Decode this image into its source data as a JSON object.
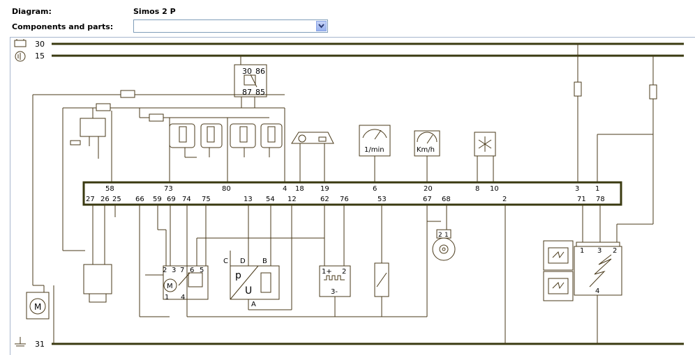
{
  "header": {
    "diagram_label": "Diagram:",
    "diagram_value": "Simos 2 P",
    "components_label": "Components and parts:",
    "components_selected": ""
  },
  "rails": {
    "rail_30": "30",
    "rail_15": "15",
    "rail_31": "31"
  },
  "relay": {
    "pins_top": [
      "30",
      "86"
    ],
    "pins_bottom": [
      "87",
      "85"
    ]
  },
  "ecu": {
    "pins_top": [
      "58",
      "73",
      "80",
      "4",
      "18",
      "19",
      "6",
      "20",
      "8",
      "10",
      "3",
      "1"
    ],
    "pins_bottom": [
      "27",
      "26",
      "25",
      "66",
      "59",
      "69",
      "74",
      "75",
      "13",
      "54",
      "12",
      "62",
      "76",
      "53",
      "67",
      "68",
      "2",
      "71",
      "78"
    ]
  },
  "gauges": {
    "tachometer": "1/min",
    "speedometer": "Km/h"
  },
  "throttle_unit": {
    "pins_top": [
      "2",
      "3",
      "7",
      "6",
      "5"
    ],
    "pins_bottom": [
      "1",
      "4"
    ],
    "motor": "M"
  },
  "map_sensor": {
    "pins": [
      "C",
      "D",
      "B",
      "A"
    ],
    "label_p": "p",
    "label_u": "U"
  },
  "hall_sensor": {
    "pins": [
      "1+",
      "2",
      "3-"
    ]
  },
  "speed_sensor": {
    "pins": [
      "2",
      "1"
    ]
  },
  "ignition_module": {
    "pins": [
      "1",
      "3",
      "2",
      "4"
    ]
  },
  "fuel_pump_motor": "M",
  "colors": {
    "line": "#4a3a1a",
    "bus": "#3a3a10",
    "frame_border": "#a7b6cd",
    "select_border": "#7f9db9"
  }
}
